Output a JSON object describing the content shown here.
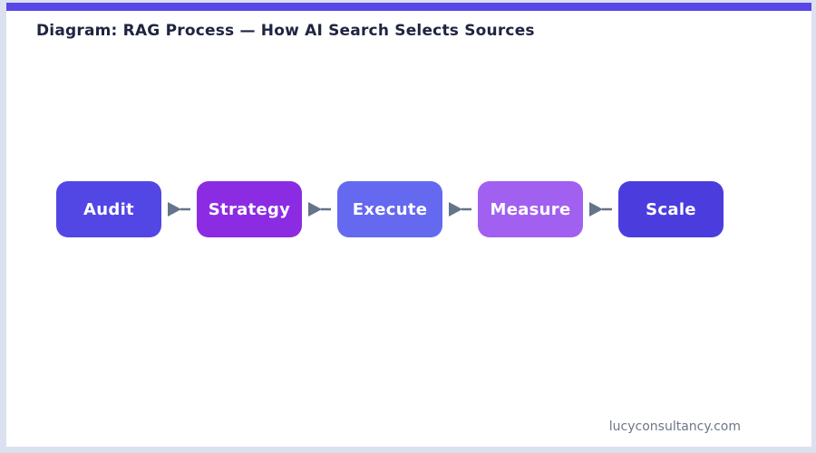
{
  "page": {
    "title": "Diagram: RAG Process — How AI Search Selects Sources",
    "footer": "lucyconsultancy.com",
    "colors": {
      "frame": "#dce1f0",
      "accent_bar": "#5847e6",
      "title_text": "#1f2440",
      "footer_text": "#6e7787",
      "background": "#ffffff"
    }
  },
  "diagram": {
    "type": "process-flow",
    "arrow_color": "#64748b",
    "steps": [
      {
        "label": "Audit",
        "color": "#5247e5"
      },
      {
        "label": "Strategy",
        "color": "#8b2ce3"
      },
      {
        "label": "Execute",
        "color": "#6569f0"
      },
      {
        "label": "Measure",
        "color": "#a160f0"
      },
      {
        "label": "Scale",
        "color": "#4b3ddd"
      }
    ]
  }
}
